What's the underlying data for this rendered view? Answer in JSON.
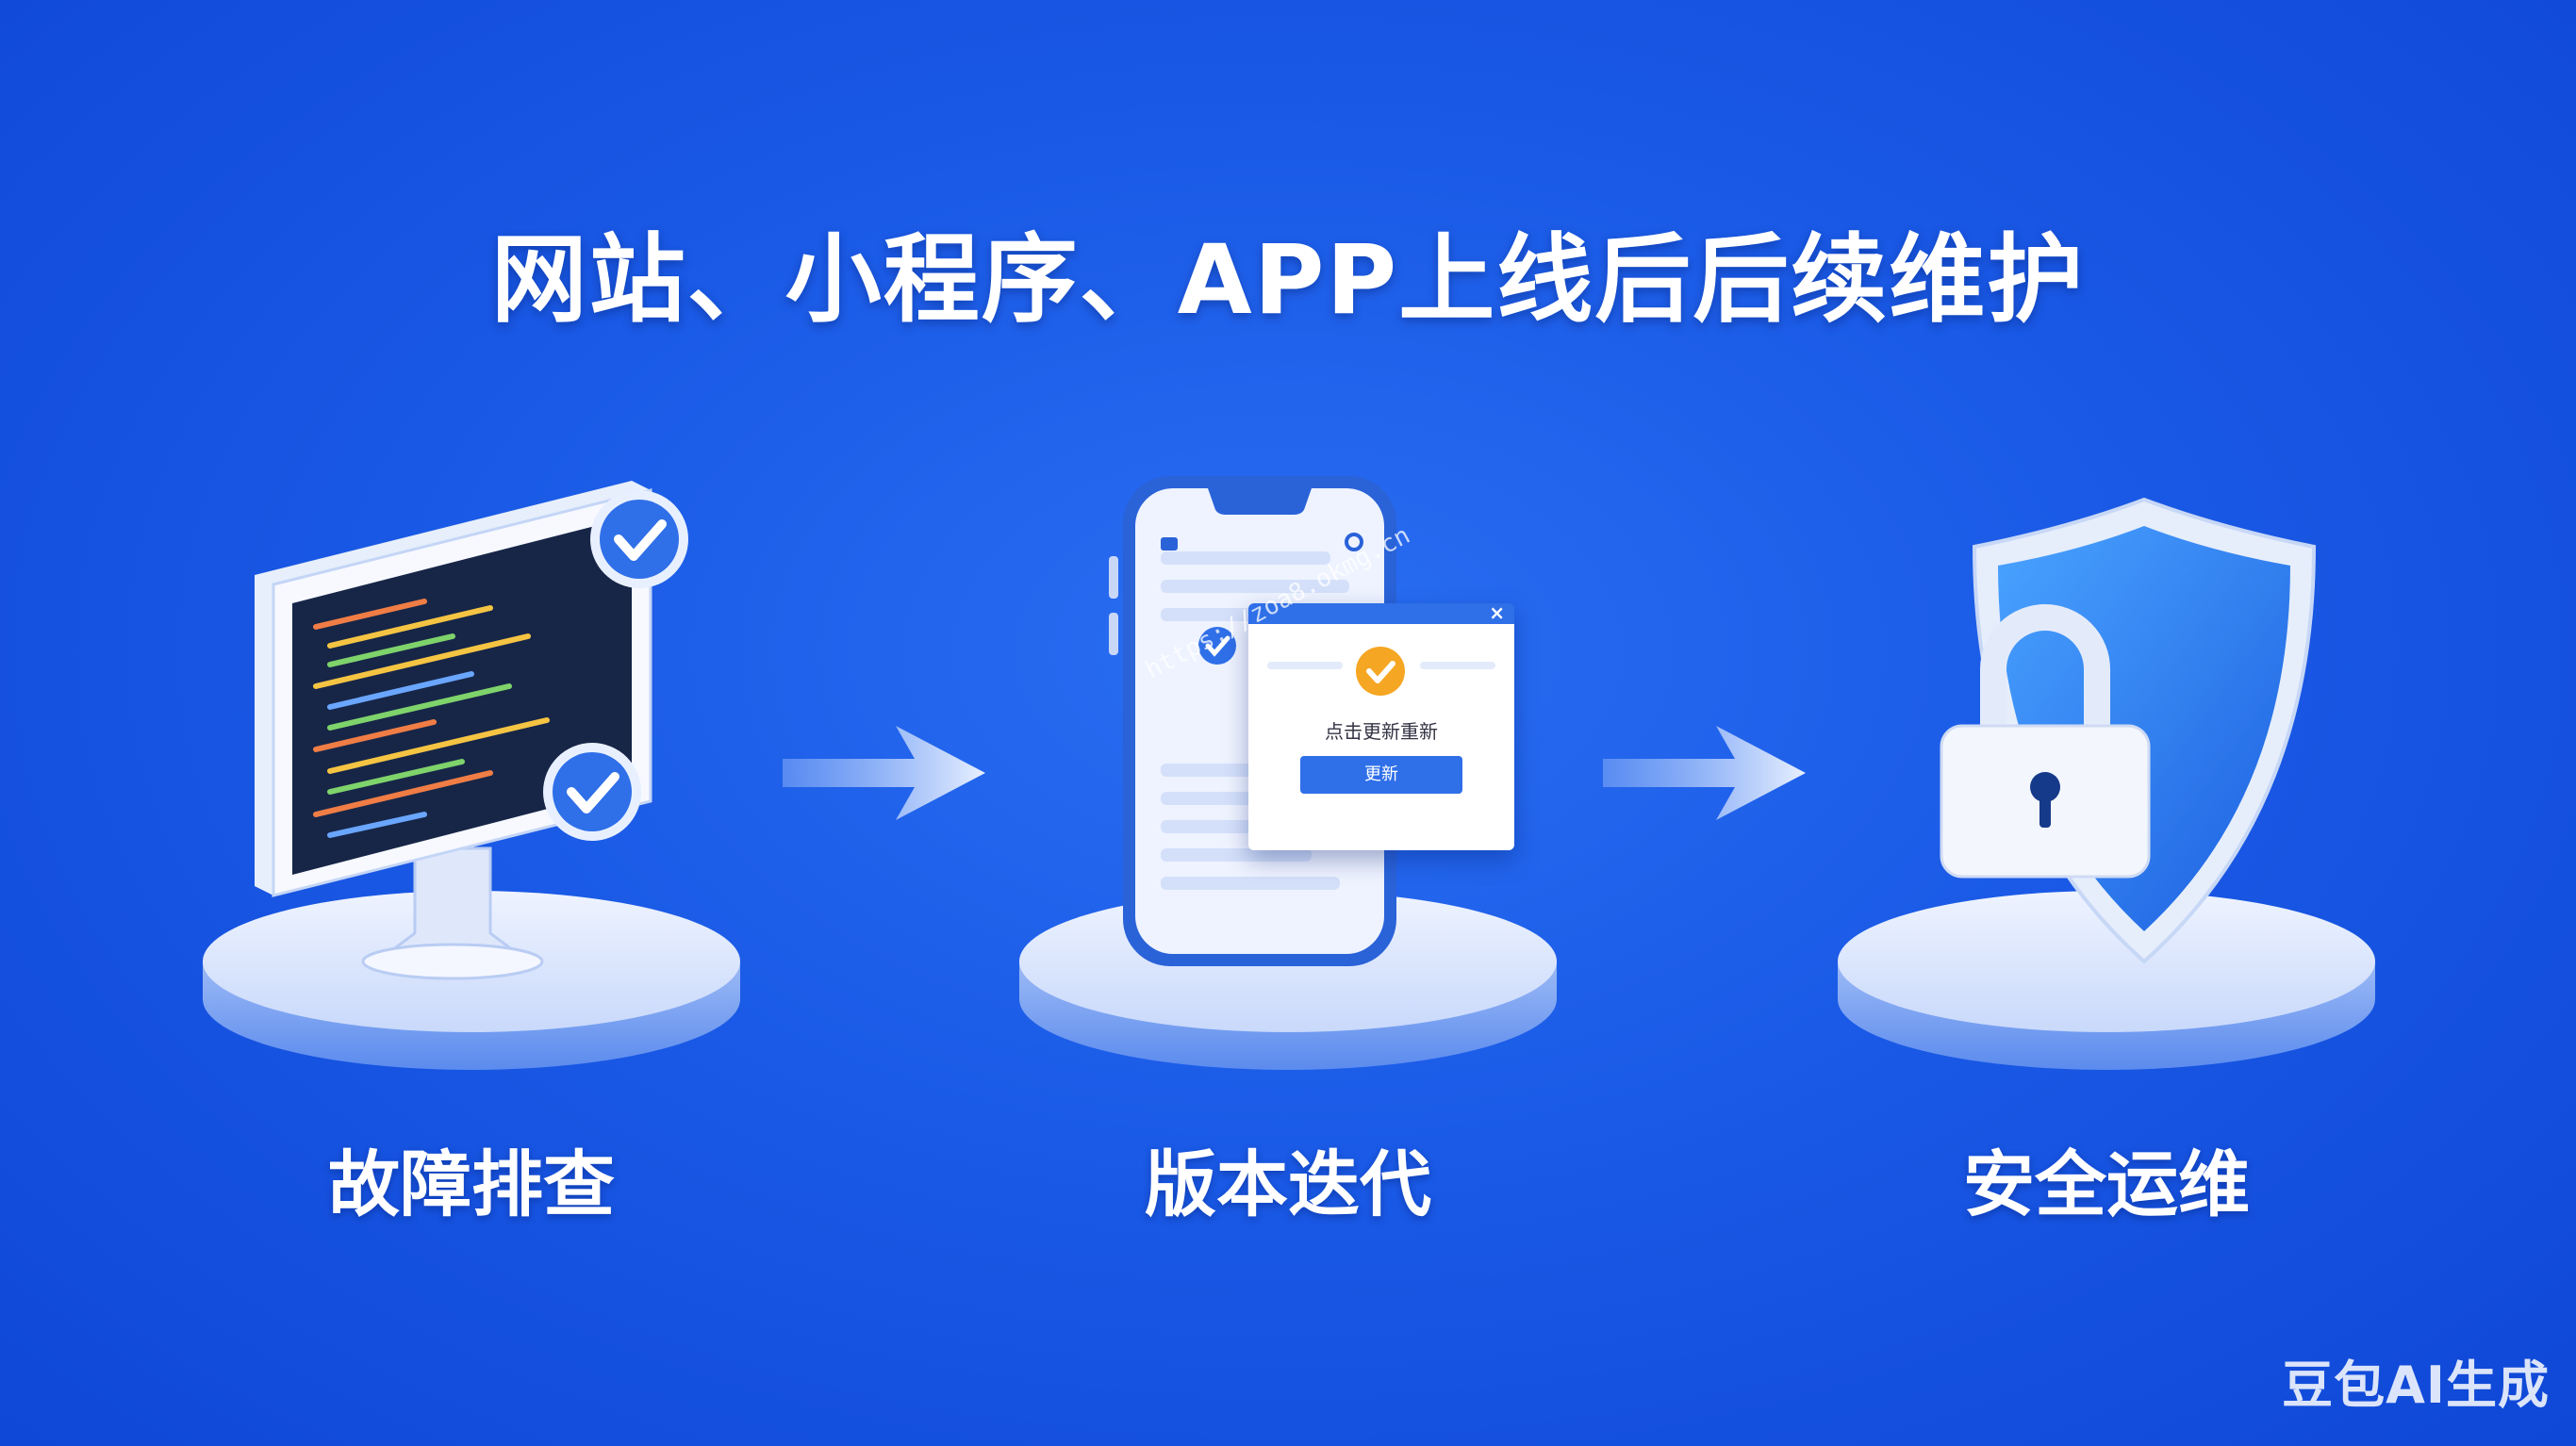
{
  "title": "网站、小程序、APP上线后后续维护",
  "steps": [
    {
      "label": "故障排查",
      "icon": "monitor-code-icon"
    },
    {
      "label": "版本迭代",
      "icon": "phone-update-icon"
    },
    {
      "label": "安全运维",
      "icon": "shield-lock-icon"
    }
  ],
  "update_dialog": {
    "message": "点击更新重新",
    "button": "更新",
    "close": "×"
  },
  "watermark_url": "https://zoa8.okmg.cn",
  "watermark": "豆包AI生成",
  "colors": {
    "background": "#1a5ae6",
    "accent_orange": "#f5a623",
    "panel_blue": "#2f6fe8"
  }
}
